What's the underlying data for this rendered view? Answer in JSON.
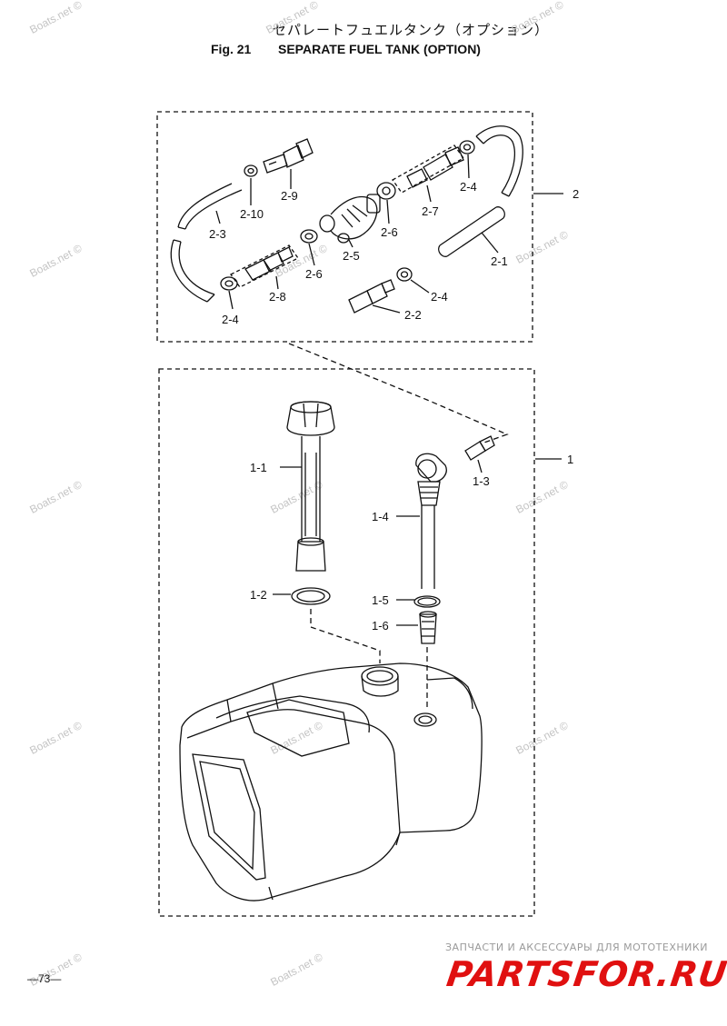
{
  "header": {
    "title_jp": "セパレートフュエルタンク（オプション）",
    "fig_number": "Fig. 21",
    "title_en": "SEPARATE FUEL TANK (OPTION)"
  },
  "callouts": {
    "group_1": "1",
    "group_2": "2",
    "p1_1": "1-1",
    "p1_2": "1-2",
    "p1_3": "1-3",
    "p1_4": "1-4",
    "p1_5": "1-5",
    "p1_6": "1-6",
    "p2_1": "2-1",
    "p2_2": "2-2",
    "p2_3": "2-3",
    "p2_4a": "2-4",
    "p2_4b": "2-4",
    "p2_4c": "2-4",
    "p2_5": "2-5",
    "p2_6a": "2-6",
    "p2_6b": "2-6",
    "p2_7": "2-7",
    "p2_8": "2-8",
    "p2_9": "2-9",
    "p2_10": "2-10"
  },
  "watermark": "Boats.net ©",
  "footer": {
    "page_number": "—73—",
    "ad_line": "ЗАПЧАСТИ И АКСЕССУАРЫ ДЛЯ МОТОТЕХНИКИ",
    "ad_logo": "PARTSFOR.RU"
  }
}
